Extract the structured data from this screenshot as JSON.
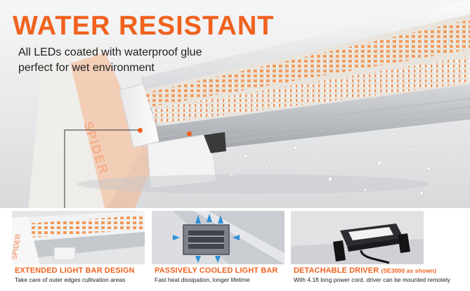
{
  "hero": {
    "title": "WATER RESISTANT",
    "subtitle_line1": "All LEDs coated with waterproof glue",
    "subtitle_line2": "perfect for wet environment",
    "brand_side_text": "SPIDER"
  },
  "features": [
    {
      "title": "EXTENDED LIGHT BAR DESIGN",
      "note": "",
      "desc": "Take care of outer edges cultivation areas"
    },
    {
      "title": "PASSIVELY COOLED LIGHT BAR",
      "note": "",
      "desc": "Fast heat dissipation, longer lifetime"
    },
    {
      "title": "DETACHABLE DRIVER",
      "note": "(SE3000 as shown)",
      "desc": "With 4.1ft long power cord, driver can be mounted remotely"
    }
  ],
  "colors": {
    "accent": "#f0621e",
    "led_warm": "#f29a5a",
    "led_white": "#f6f2ea",
    "airflow": "#2f8fd8"
  }
}
